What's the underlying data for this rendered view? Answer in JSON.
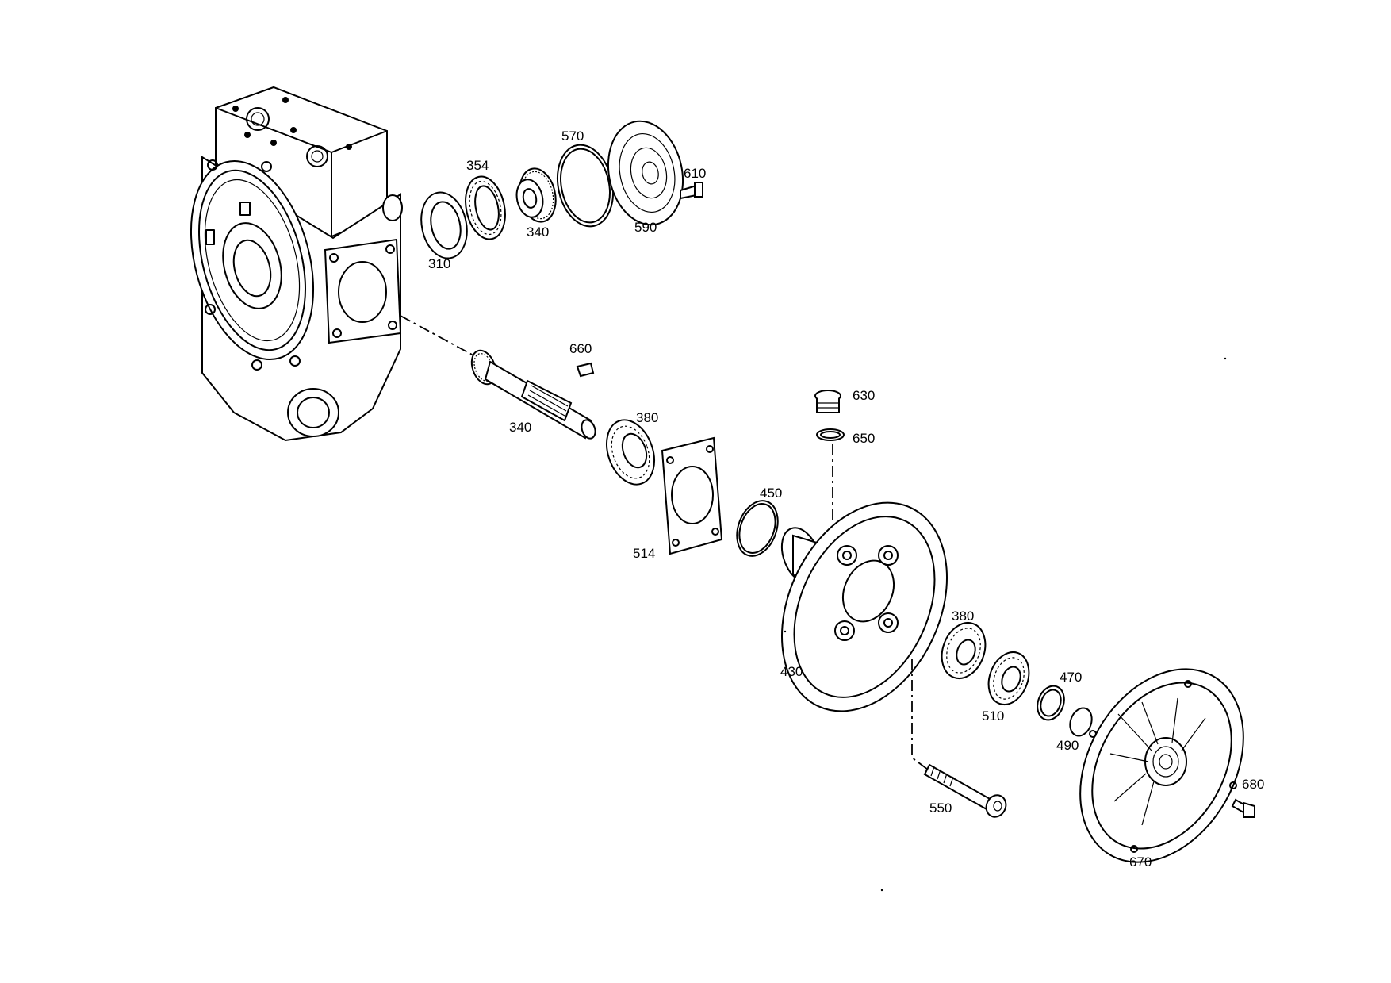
{
  "labels": {
    "p310": "310",
    "p354": "354",
    "p340_top": "340",
    "p570": "570",
    "p590": "590",
    "p610": "610",
    "p660": "660",
    "p340_shaft": "340",
    "p380_top": "380",
    "p514": "514",
    "p450": "450",
    "p630": "630",
    "p650": "650",
    "p430": "430",
    "p380_bottom": "380",
    "p510": "510",
    "p470": "470",
    "p490": "490",
    "p550": "550",
    "p670": "670",
    "p680": "680"
  }
}
